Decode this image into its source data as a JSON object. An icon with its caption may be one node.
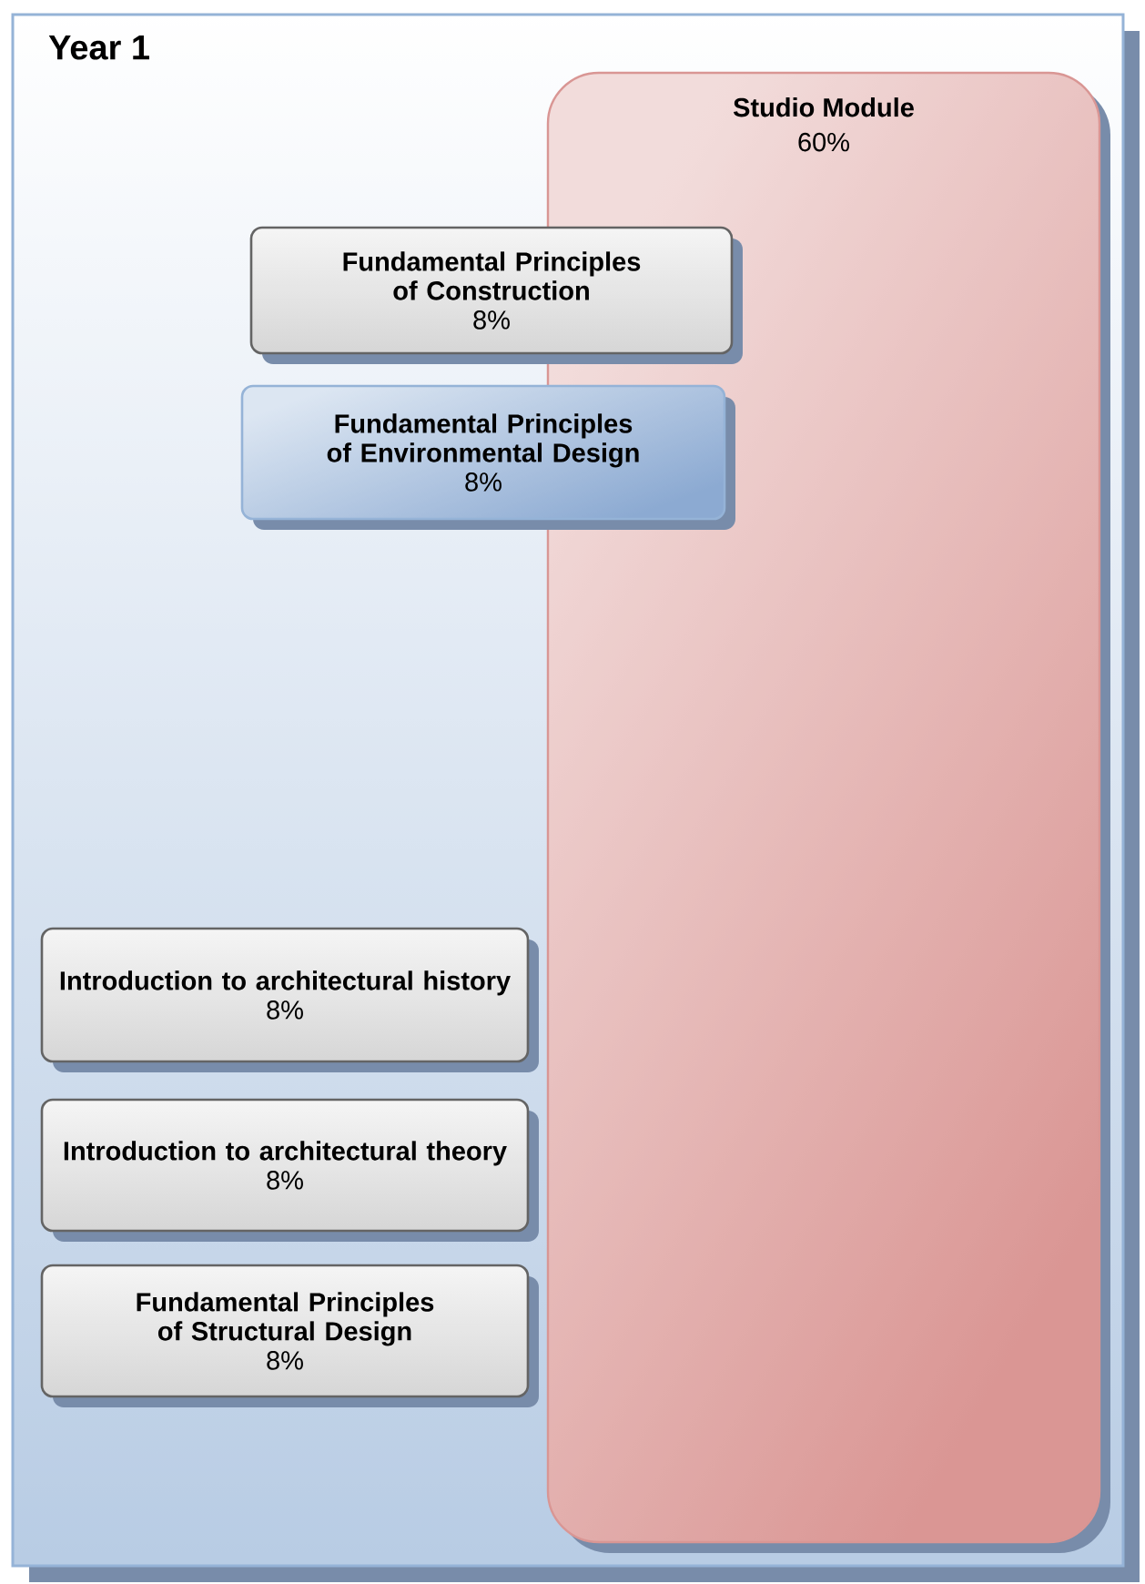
{
  "diagram": {
    "nodes": [
      {
        "text": [
          "Year 1"
        ]
      },
      {
        "text": [
          "Studio Module",
          "60%"
        ],
        "in": 0
      },
      {
        "text": [
          "Fundamental Principles of Construction",
          "8%"
        ],
        "in": 0
      },
      {
        "text": [
          "Fundamental Principles of Environmental Design",
          "8%"
        ],
        "in": 0
      },
      {
        "text": [
          "Introduction to architectural history",
          "8%"
        ],
        "in": 0
      },
      {
        "text": [
          "Introduction to architectural theory",
          "8%"
        ],
        "in": 0
      },
      {
        "text": [
          "Fundamental Principles of Structural Design",
          "8%"
        ],
        "in": 0
      }
    ]
  }
}
